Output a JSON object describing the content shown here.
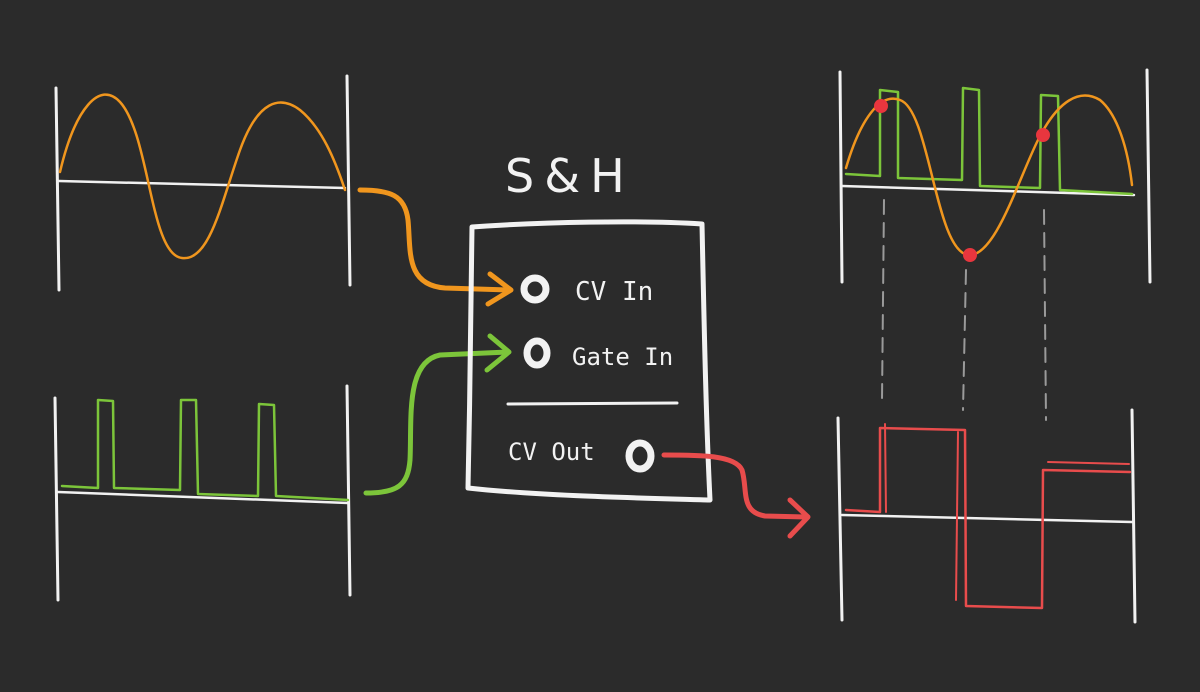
{
  "module": {
    "title": "S&H",
    "jacks": {
      "cv_in": "CV In",
      "gate_in": "Gate In",
      "cv_out": "CV Out"
    }
  },
  "colors": {
    "background": "#2b2b2b",
    "ink": "#f2f2f2",
    "cv_in_wire": "#f0961e",
    "gate_in_wire": "#7cc53a",
    "cv_out_wire": "#e84c4c",
    "sample_dots": "#e8363e",
    "guide_lines": "#9a9a9a"
  },
  "diagram": {
    "left_top_plot": "sine wave",
    "left_bottom_plot": "gate pulses",
    "right_top_plot": "sine with gate pulses and sampled points",
    "right_bottom_plot": "stepped held output"
  }
}
